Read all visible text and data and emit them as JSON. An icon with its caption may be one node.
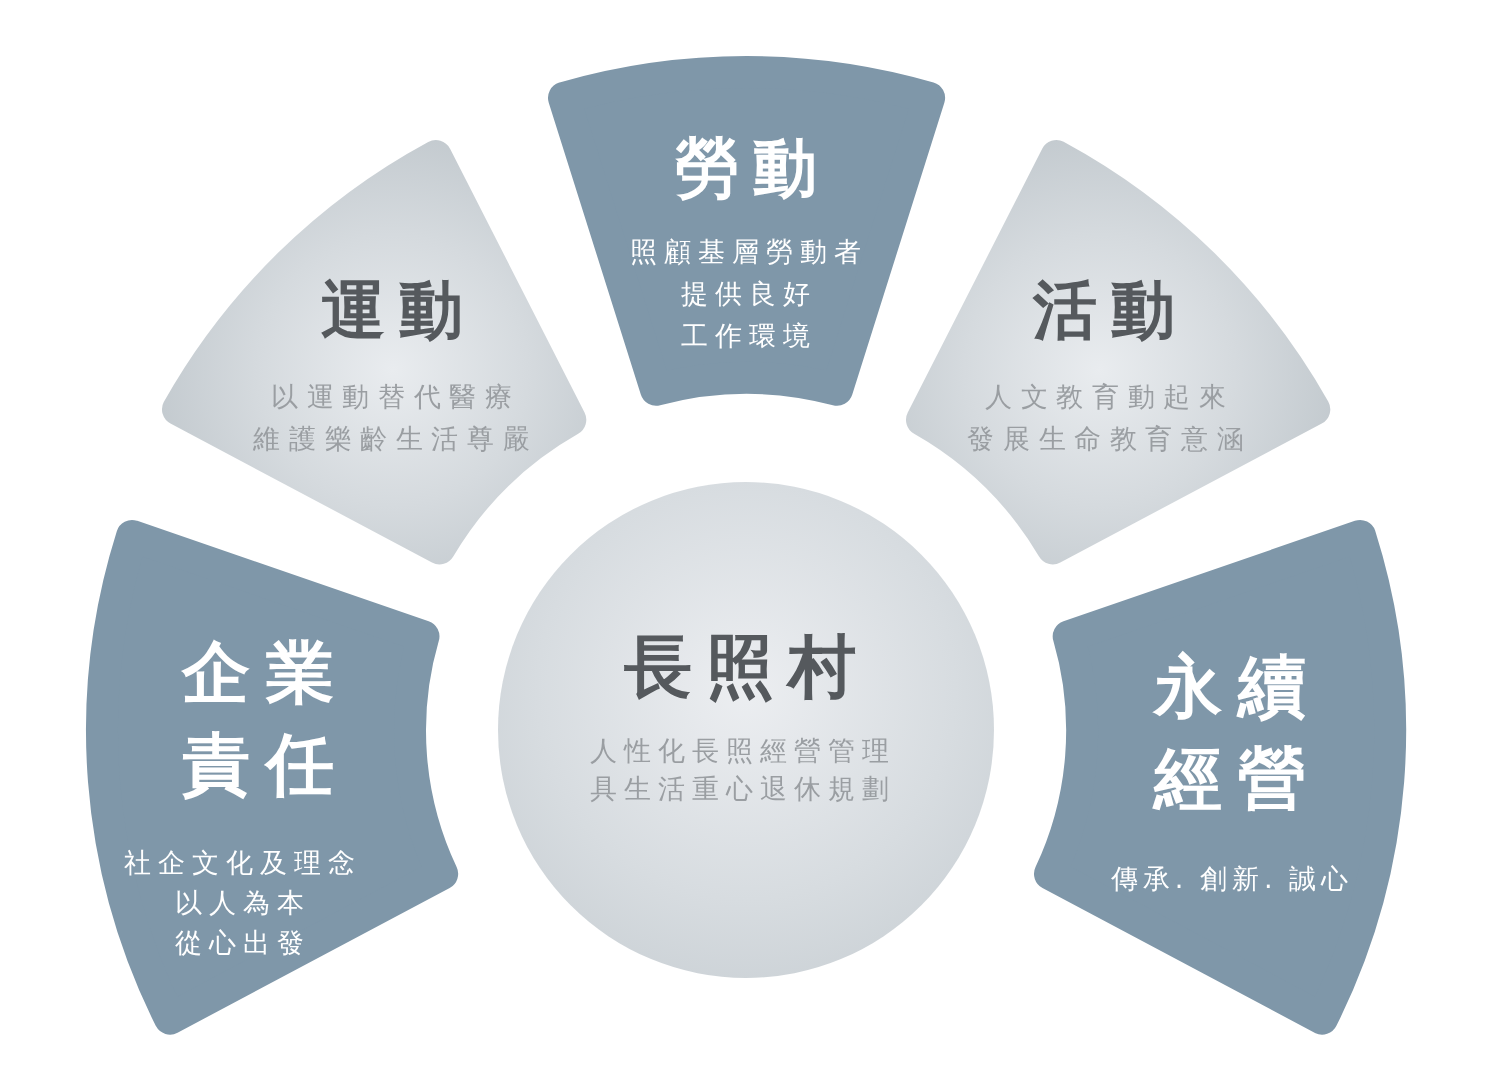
{
  "diagram": {
    "nodes": [
      {
        "text": [
          "運動",
          "以運動替代醫療維護樂齡生活尊嚴"
        ]
      },
      {
        "text": [
          "勞動",
          "照顧基層勞動者提供良好工作環境"
        ]
      },
      {
        "text": [
          "活動",
          "人文教育動起來發展生命教育意涵"
        ]
      },
      {
        "text": [
          "企業責任",
          "社企文化及理念以人為本從心出發"
        ]
      },
      {
        "text": [
          "長照村",
          "人性化長照經營管理具生活重心退休規劃"
        ]
      },
      {
        "text": [
          "永續經營",
          "傳承. 創新. 誠心"
        ]
      }
    ]
  }
}
